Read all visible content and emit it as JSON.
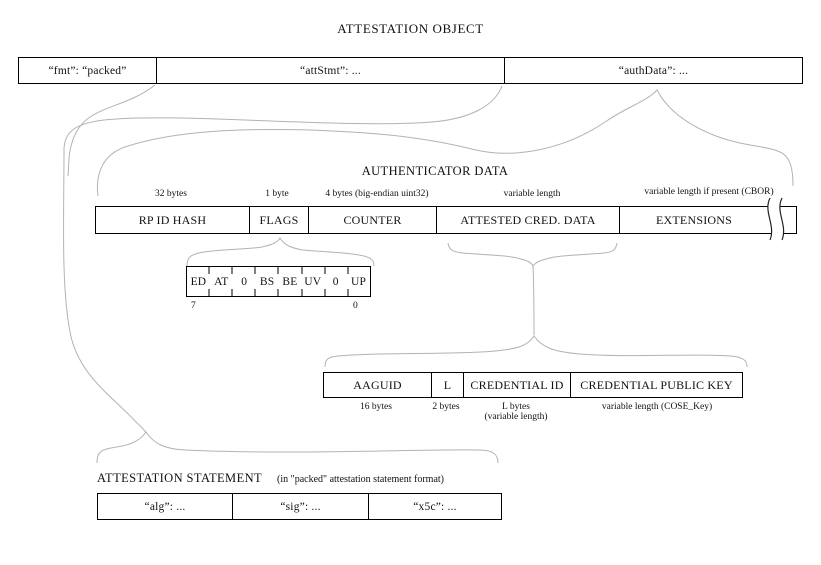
{
  "colors": {
    "background": "#ffffff",
    "box_border": "#000000",
    "connector": "#b3b3b3",
    "text": "#111111"
  },
  "title": "ATTESTATION OBJECT",
  "attestation_object": {
    "fields": [
      {
        "label": "“fmt”: “packed”"
      },
      {
        "label": "“attStmt”: ..."
      },
      {
        "label": "“authData”: ..."
      }
    ]
  },
  "authenticator_data": {
    "heading": "AUTHENTICATOR DATA",
    "fields": [
      {
        "size": "32 bytes",
        "label": "RP ID HASH"
      },
      {
        "size": "1 byte",
        "label": "FLAGS"
      },
      {
        "size": "4 bytes (big-endian uint32)",
        "label": "COUNTER"
      },
      {
        "size": "variable length",
        "label": "ATTESTED CRED. DATA"
      },
      {
        "size": "variable length if present (CBOR)",
        "label": "EXTENSIONS"
      }
    ]
  },
  "flags_detail": {
    "bits": [
      "ED",
      "AT",
      "0",
      "BS",
      "BE",
      "UV",
      "0",
      "UP"
    ],
    "msb": "7",
    "lsb": "0"
  },
  "attested_cred_data": {
    "fields": [
      {
        "label": "AAGUID",
        "size": "16 bytes",
        "size_note": ""
      },
      {
        "label": "L",
        "size": "2 bytes",
        "size_note": ""
      },
      {
        "label": "CREDENTIAL ID",
        "size": "L bytes",
        "size_note": "(variable length)"
      },
      {
        "label": "CREDENTIAL PUBLIC KEY",
        "size": "variable length (COSE_Key)",
        "size_note": ""
      }
    ]
  },
  "attestation_statement": {
    "heading": "ATTESTATION STATEMENT",
    "subtitle": "(in \"packed\" attestation statement format)",
    "fields": [
      {
        "label": "“alg”: ..."
      },
      {
        "label": "“sig”: ..."
      },
      {
        "label": "“x5c”: ..."
      }
    ]
  }
}
